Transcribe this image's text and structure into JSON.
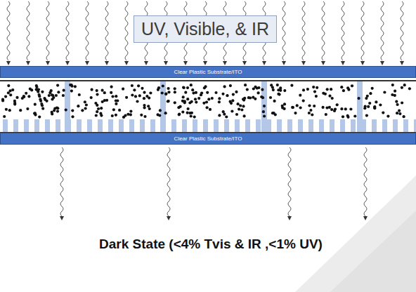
{
  "diagram": {
    "caption": "Dark State (<4% Tvis & IR ,<1% UV)",
    "nodes": [
      {
        "text": [
          "UV, Visible, & IR"
        ]
      },
      {
        "text": [
          "Clear Plastic Substrate/ITO"
        ]
      },
      {
        "text": [
          "Clear Plastic Substrate/ITO"
        ]
      }
    ]
  }
}
